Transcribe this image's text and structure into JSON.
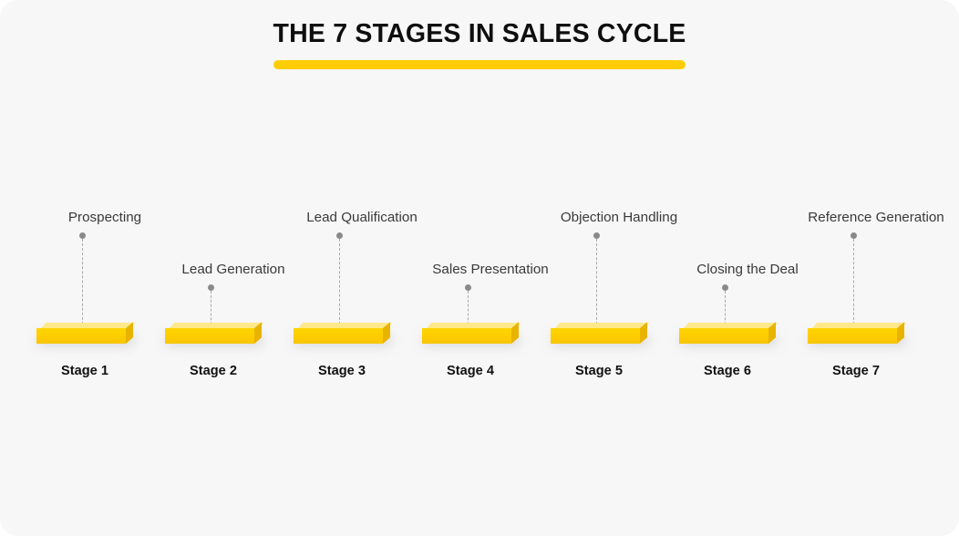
{
  "header": {
    "title": "THE 7 STAGES IN SALES CYCLE",
    "underline_color": "#ffcd03"
  },
  "theme": {
    "background": "#f7f7f7",
    "block_front": "#fdcc00",
    "block_top": "#fde98a",
    "block_side": "#e8b400",
    "leader_color": "#a8a8a8",
    "dot_color": "#8a8a8a",
    "label_text_color": "#3a3a3a",
    "caption_text_color": "#111111"
  },
  "chart_data": {
    "type": "bar",
    "title": "THE 7 STAGES IN SALES CYCLE",
    "xlabel": "",
    "ylabel": "",
    "grid": false,
    "legend": "none",
    "categories": [
      "Stage 1",
      "Stage 2",
      "Stage 3",
      "Stage 4",
      "Stage 5",
      "Stage 6",
      "Stage 7"
    ],
    "values": [
      1,
      1,
      1,
      1,
      1,
      1,
      1
    ],
    "annotations": [
      "Prospecting",
      "Lead Generation",
      "Lead Qualification",
      "Sales Presentation",
      "Objection Handling",
      "Closing the Deal",
      "Reference Generation"
    ]
  },
  "stages": [
    {
      "caption": "Stage 1",
      "label": "Prospecting",
      "position": "high"
    },
    {
      "caption": "Stage 2",
      "label": "Lead Generation",
      "position": "low"
    },
    {
      "caption": "Stage 3",
      "label": "Lead Qualification",
      "position": "high"
    },
    {
      "caption": "Stage 4",
      "label": "Sales Presentation",
      "position": "low"
    },
    {
      "caption": "Stage 5",
      "label": "Objection Handling",
      "position": "high"
    },
    {
      "caption": "Stage 6",
      "label": "Closing the Deal",
      "position": "low"
    },
    {
      "caption": "Stage 7",
      "label": "Reference Generation",
      "position": "high"
    }
  ]
}
